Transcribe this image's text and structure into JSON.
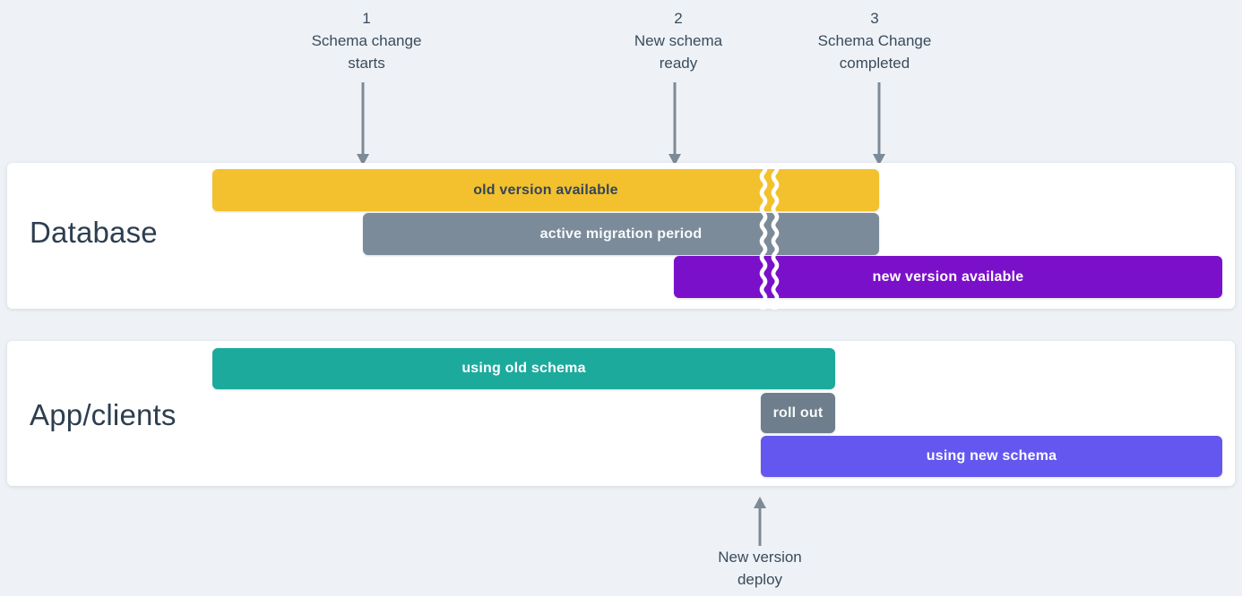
{
  "milestones": [
    {
      "number": "1",
      "label_line1": "Schema change",
      "label_line2": "starts"
    },
    {
      "number": "2",
      "label_line1": "New schema",
      "label_line2": "ready"
    },
    {
      "number": "3",
      "label_line1": "Schema Change",
      "label_line2": "completed"
    }
  ],
  "rows": [
    {
      "title": "Database",
      "bars": [
        {
          "label": "old version available",
          "color": "#f3c12d",
          "text_color": "#33455a"
        },
        {
          "label": "active migration period",
          "color": "#7b8b99",
          "text_color": "#f7fafc"
        },
        {
          "label": "new version available",
          "color": "#7b10ca",
          "text_color": "#ffffff"
        }
      ]
    },
    {
      "title": "App/clients",
      "bars": [
        {
          "label": "using old schema",
          "color": "#1caa9d",
          "text_color": "#ffffff"
        },
        {
          "label": "roll out",
          "color": "#6e7e8c",
          "text_color": "#f7fafc"
        },
        {
          "label": "using new schema",
          "color": "#6457f0",
          "text_color": "#ffffff"
        }
      ]
    }
  ],
  "deploy_annotation": {
    "label_line1": "New version",
    "label_line2": "deploy"
  },
  "palette": {
    "background": "#eef2f6",
    "card": "#ffffff",
    "arrow": "#7d8a97",
    "annotation_text": "#3a4b5c",
    "lane_title_text": "#2d3e50",
    "break_mark": "#ffffff"
  }
}
